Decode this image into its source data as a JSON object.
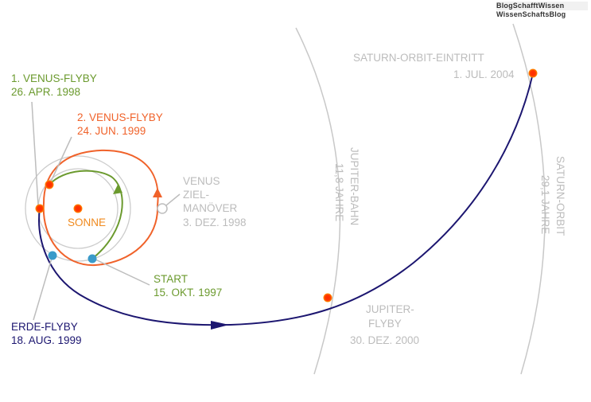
{
  "logo": {
    "line1": "BlogSchafftWissen",
    "line2": "WissenSchaftsBlog"
  },
  "labels": {
    "venus1_title": "1. VENUS-FLYBY",
    "venus1_date": "26. APR. 1998",
    "venus2_title": "2. VENUS-FLYBY",
    "venus2_date": "24. JUN. 1999",
    "sun": "SONNE",
    "venus_maneuver_1": "VENUS",
    "venus_maneuver_2": "ZIEL-",
    "venus_maneuver_3": "MANÖVER",
    "venus_maneuver_date": "3. DEZ. 1998",
    "start_title": "START",
    "start_date": "15. OKT. 1997",
    "earth_title": "ERDE-FLYBY",
    "earth_date": "18. AUG. 1999",
    "jupiter_orbit": "JUPITER-BAHN",
    "jupiter_period": "11,8 JAHRE",
    "jupiter_flyby_1": "JUPITER-",
    "jupiter_flyby_2": "FLYBY",
    "jupiter_flyby_date": "30. DEZ. 2000",
    "saturn_orbit": "SATURN-ORBIT",
    "saturn_period": "29,1 JAHRE",
    "saturn_entry": "SATURN-ORBIT-EINTRITT",
    "saturn_entry_date": "1. JUL. 2004"
  },
  "colors": {
    "green": "#6b9a2e",
    "orange": "#f0622a",
    "navy": "#1c1670",
    "gray": "#bcbcbc",
    "sun_label": "#f08a1e",
    "red_dot": "#ff2a00",
    "blue_dot": "#3a9ac9"
  }
}
